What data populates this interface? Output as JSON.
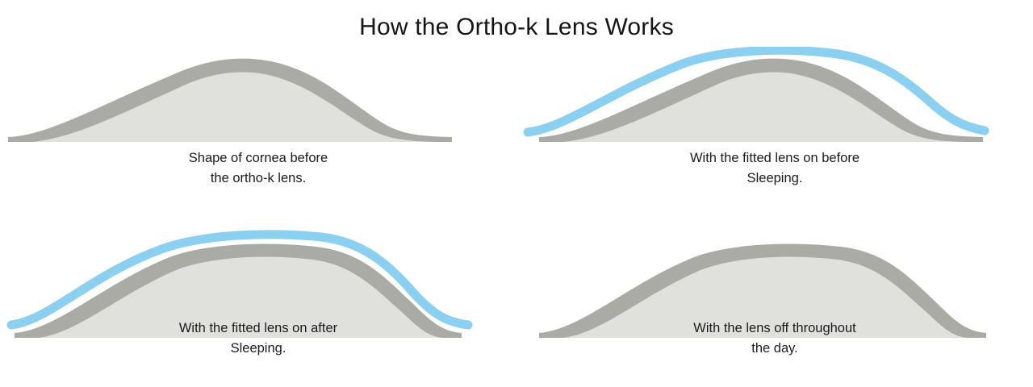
{
  "title": "How the Ortho-k Lens Works",
  "colors": {
    "background": "#ffffff",
    "cornea_outer": "#ABABA6",
    "cornea_inner": "#E0E0DC",
    "lens_blue": "#8BD0F0",
    "text": "#1b1b1b",
    "title_text": "#151515"
  },
  "panels": [
    {
      "id": "cornea-before",
      "caption_line1": "Shape of cornea before",
      "caption_line2": "the ortho-k lens.",
      "shape": "steep-dome",
      "has_lens": false
    },
    {
      "id": "lens-on-before-sleeping",
      "caption_line1": "With the fitted lens on before",
      "caption_line2": "Sleeping.",
      "shape": "steep-dome",
      "has_lens": true
    },
    {
      "id": "lens-on-after-sleeping",
      "caption_line1": "With the fitted lens on after",
      "caption_line2": "Sleeping.",
      "shape": "flattened-dome",
      "has_lens": true
    },
    {
      "id": "lens-off-throughout-day",
      "caption_line1": "With the lens off throughout",
      "caption_line2": "the day.",
      "shape": "flattened-dome",
      "has_lens": false
    }
  ]
}
